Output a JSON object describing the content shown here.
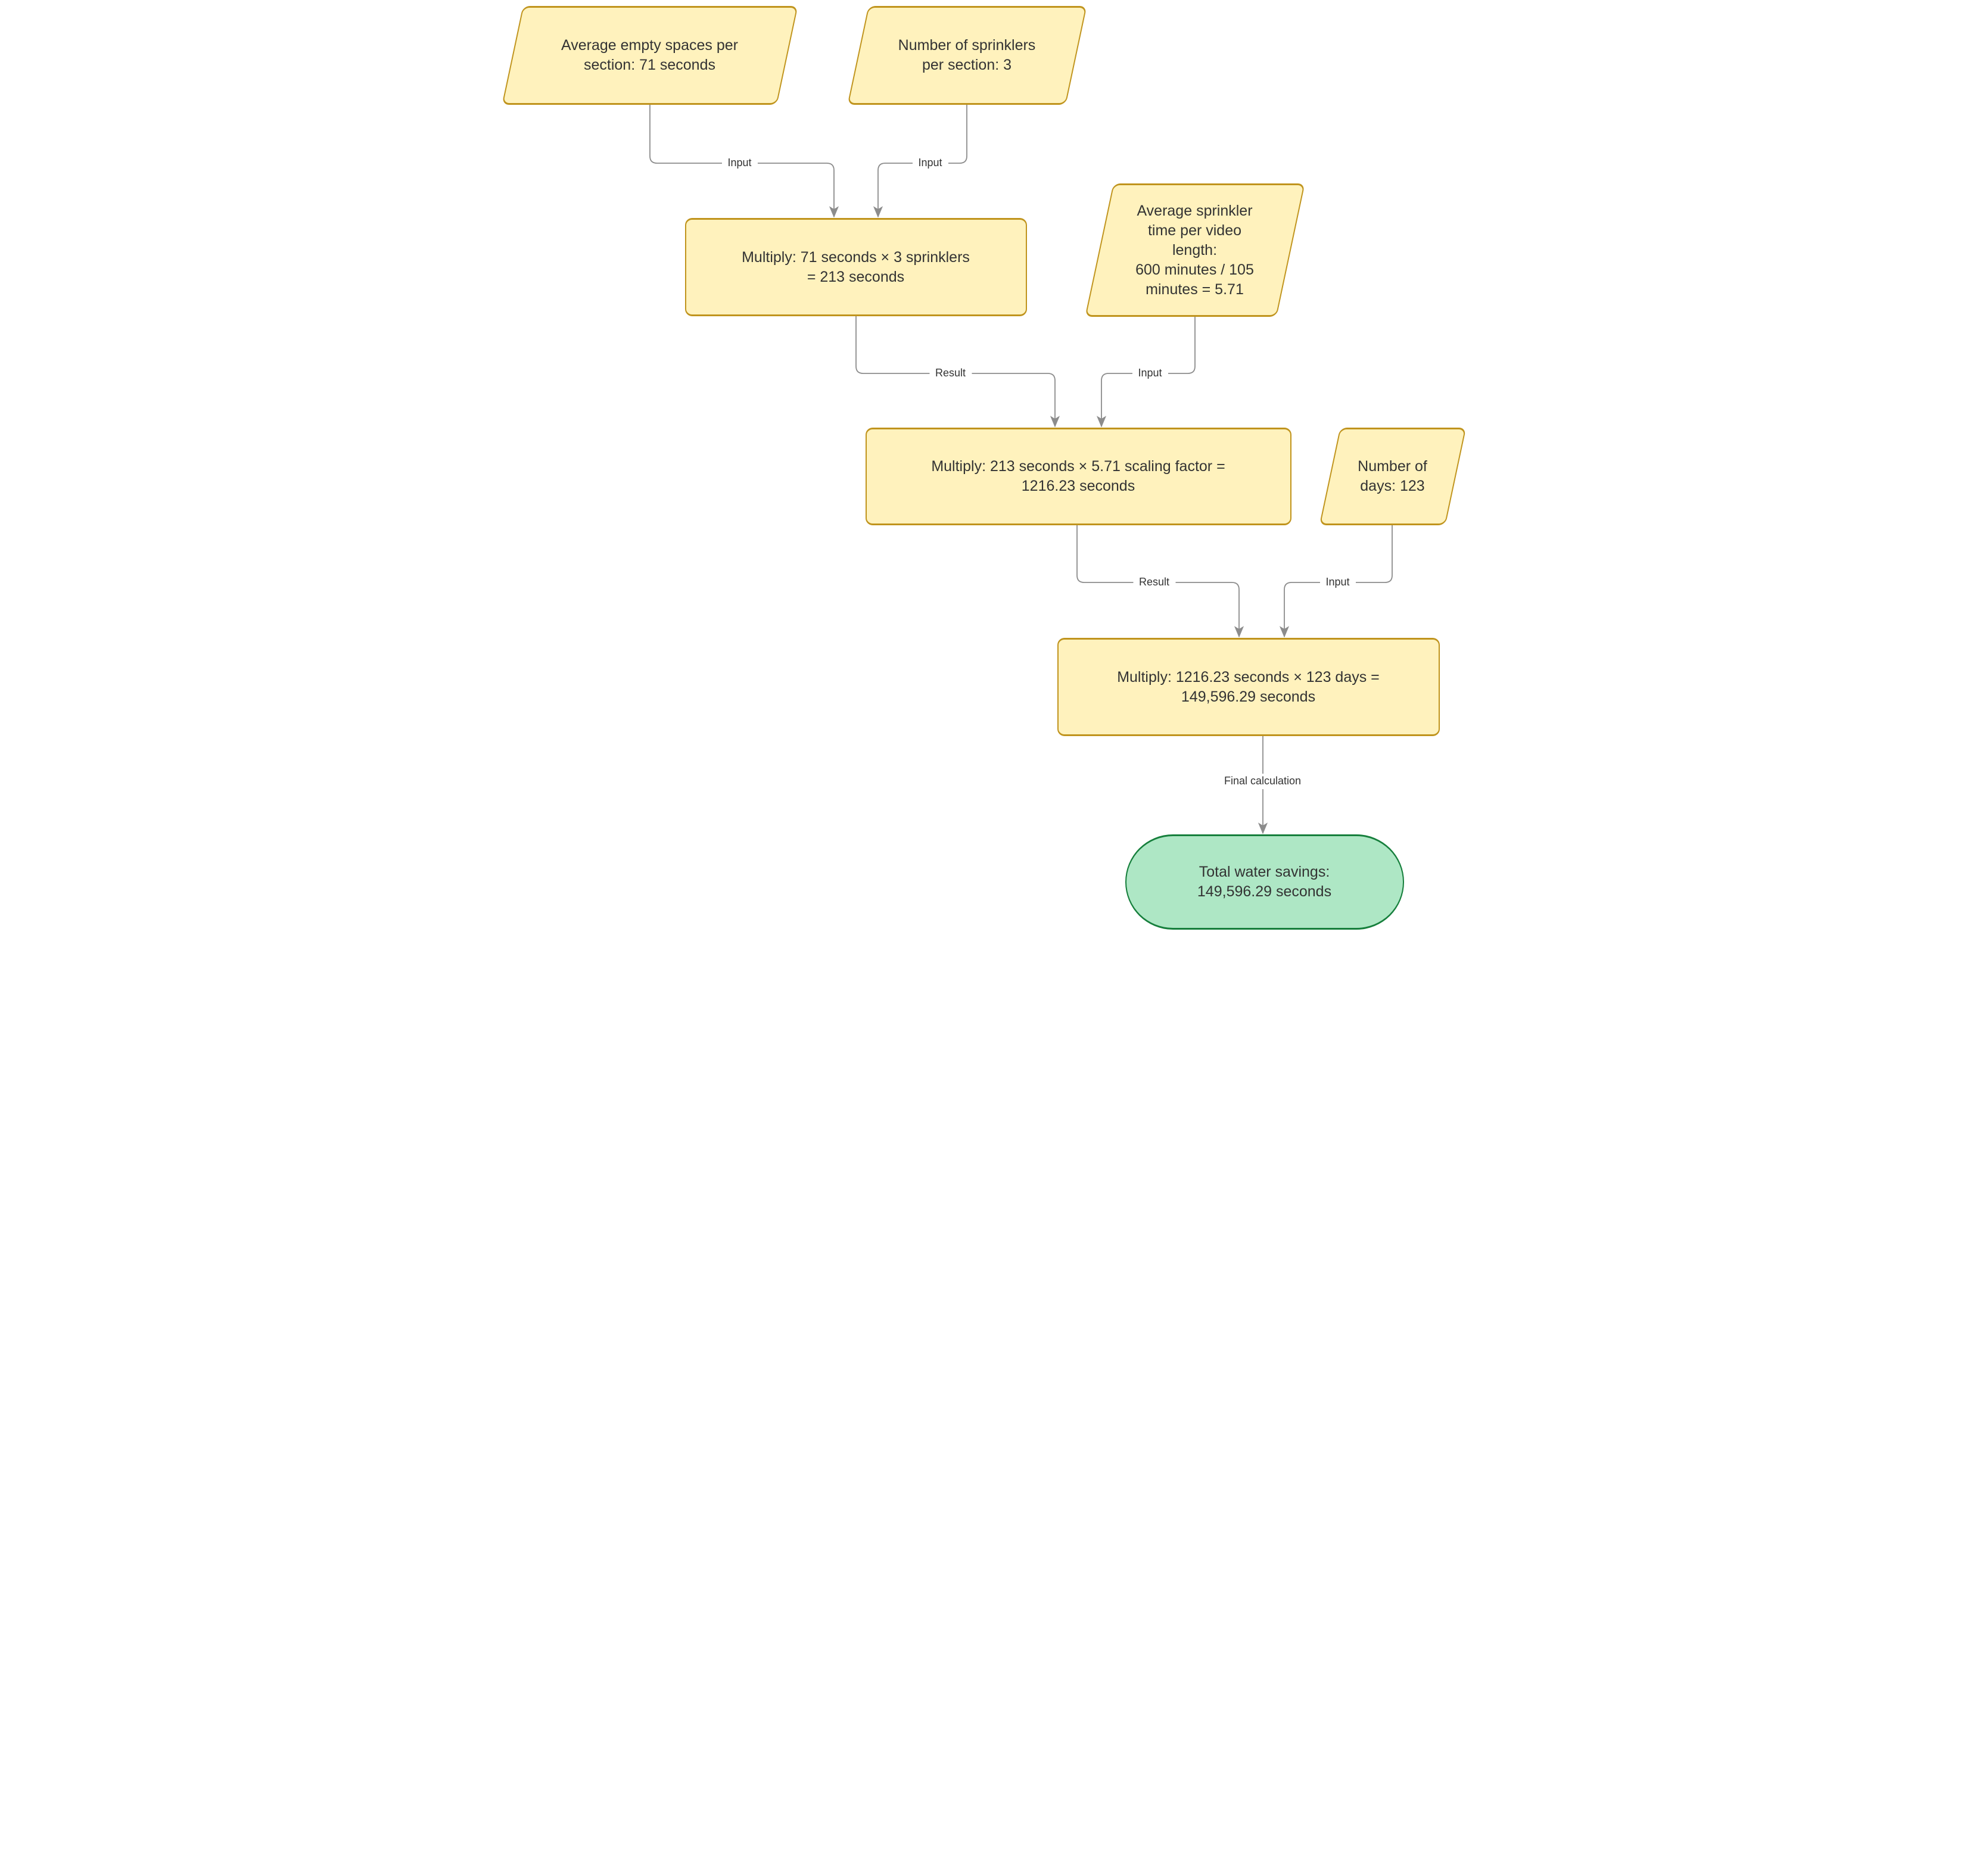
{
  "diagram": {
    "type": "flowchart",
    "direction": "top-down",
    "nodes": {
      "avg_empty": {
        "shape": "parallelogram",
        "role": "input",
        "text": "Average empty spaces per\nsection: 71 seconds"
      },
      "sprinklers": {
        "shape": "parallelogram",
        "role": "input",
        "text": "Number of sprinklers\nper section: 3"
      },
      "multiply1": {
        "shape": "rectangle",
        "role": "process",
        "text": "Multiply: 71 seconds × 3 sprinklers\n= 213 seconds"
      },
      "avg_time": {
        "shape": "parallelogram",
        "role": "input",
        "text": "Average sprinkler\ntime per video\nlength:\n600 minutes / 105\nminutes = 5.71"
      },
      "multiply2": {
        "shape": "rectangle",
        "role": "process",
        "text": "Multiply: 213 seconds × 5.71 scaling factor =\n1216.23 seconds"
      },
      "days": {
        "shape": "parallelogram",
        "role": "input",
        "text": "Number of\ndays: 123"
      },
      "multiply3": {
        "shape": "rectangle",
        "role": "process",
        "text": "Multiply:  1216.23 seconds × 123 days =\n149,596.29 seconds"
      },
      "total": {
        "shape": "stadium",
        "role": "result",
        "text": "Total water savings:\n149,596.29 seconds"
      }
    },
    "edges": {
      "e1": {
        "from": "avg_empty",
        "to": "multiply1",
        "label": "Input"
      },
      "e2": {
        "from": "sprinklers",
        "to": "multiply1",
        "label": "Input"
      },
      "e3": {
        "from": "multiply1",
        "to": "multiply2",
        "label": "Result"
      },
      "e4": {
        "from": "avg_time",
        "to": "multiply2",
        "label": "Input"
      },
      "e5": {
        "from": "multiply2",
        "to": "multiply3",
        "label": "Result"
      },
      "e6": {
        "from": "days",
        "to": "multiply3",
        "label": "Input"
      },
      "e7": {
        "from": "multiply3",
        "to": "total",
        "label": "Final calculation"
      }
    },
    "colors": {
      "process_fill": "#fff2bd",
      "process_stroke": "#c0941d",
      "result_fill": "#aee7c5",
      "result_stroke": "#167f3c",
      "edge_line": "#8c8c8c",
      "text": "#333333"
    }
  }
}
